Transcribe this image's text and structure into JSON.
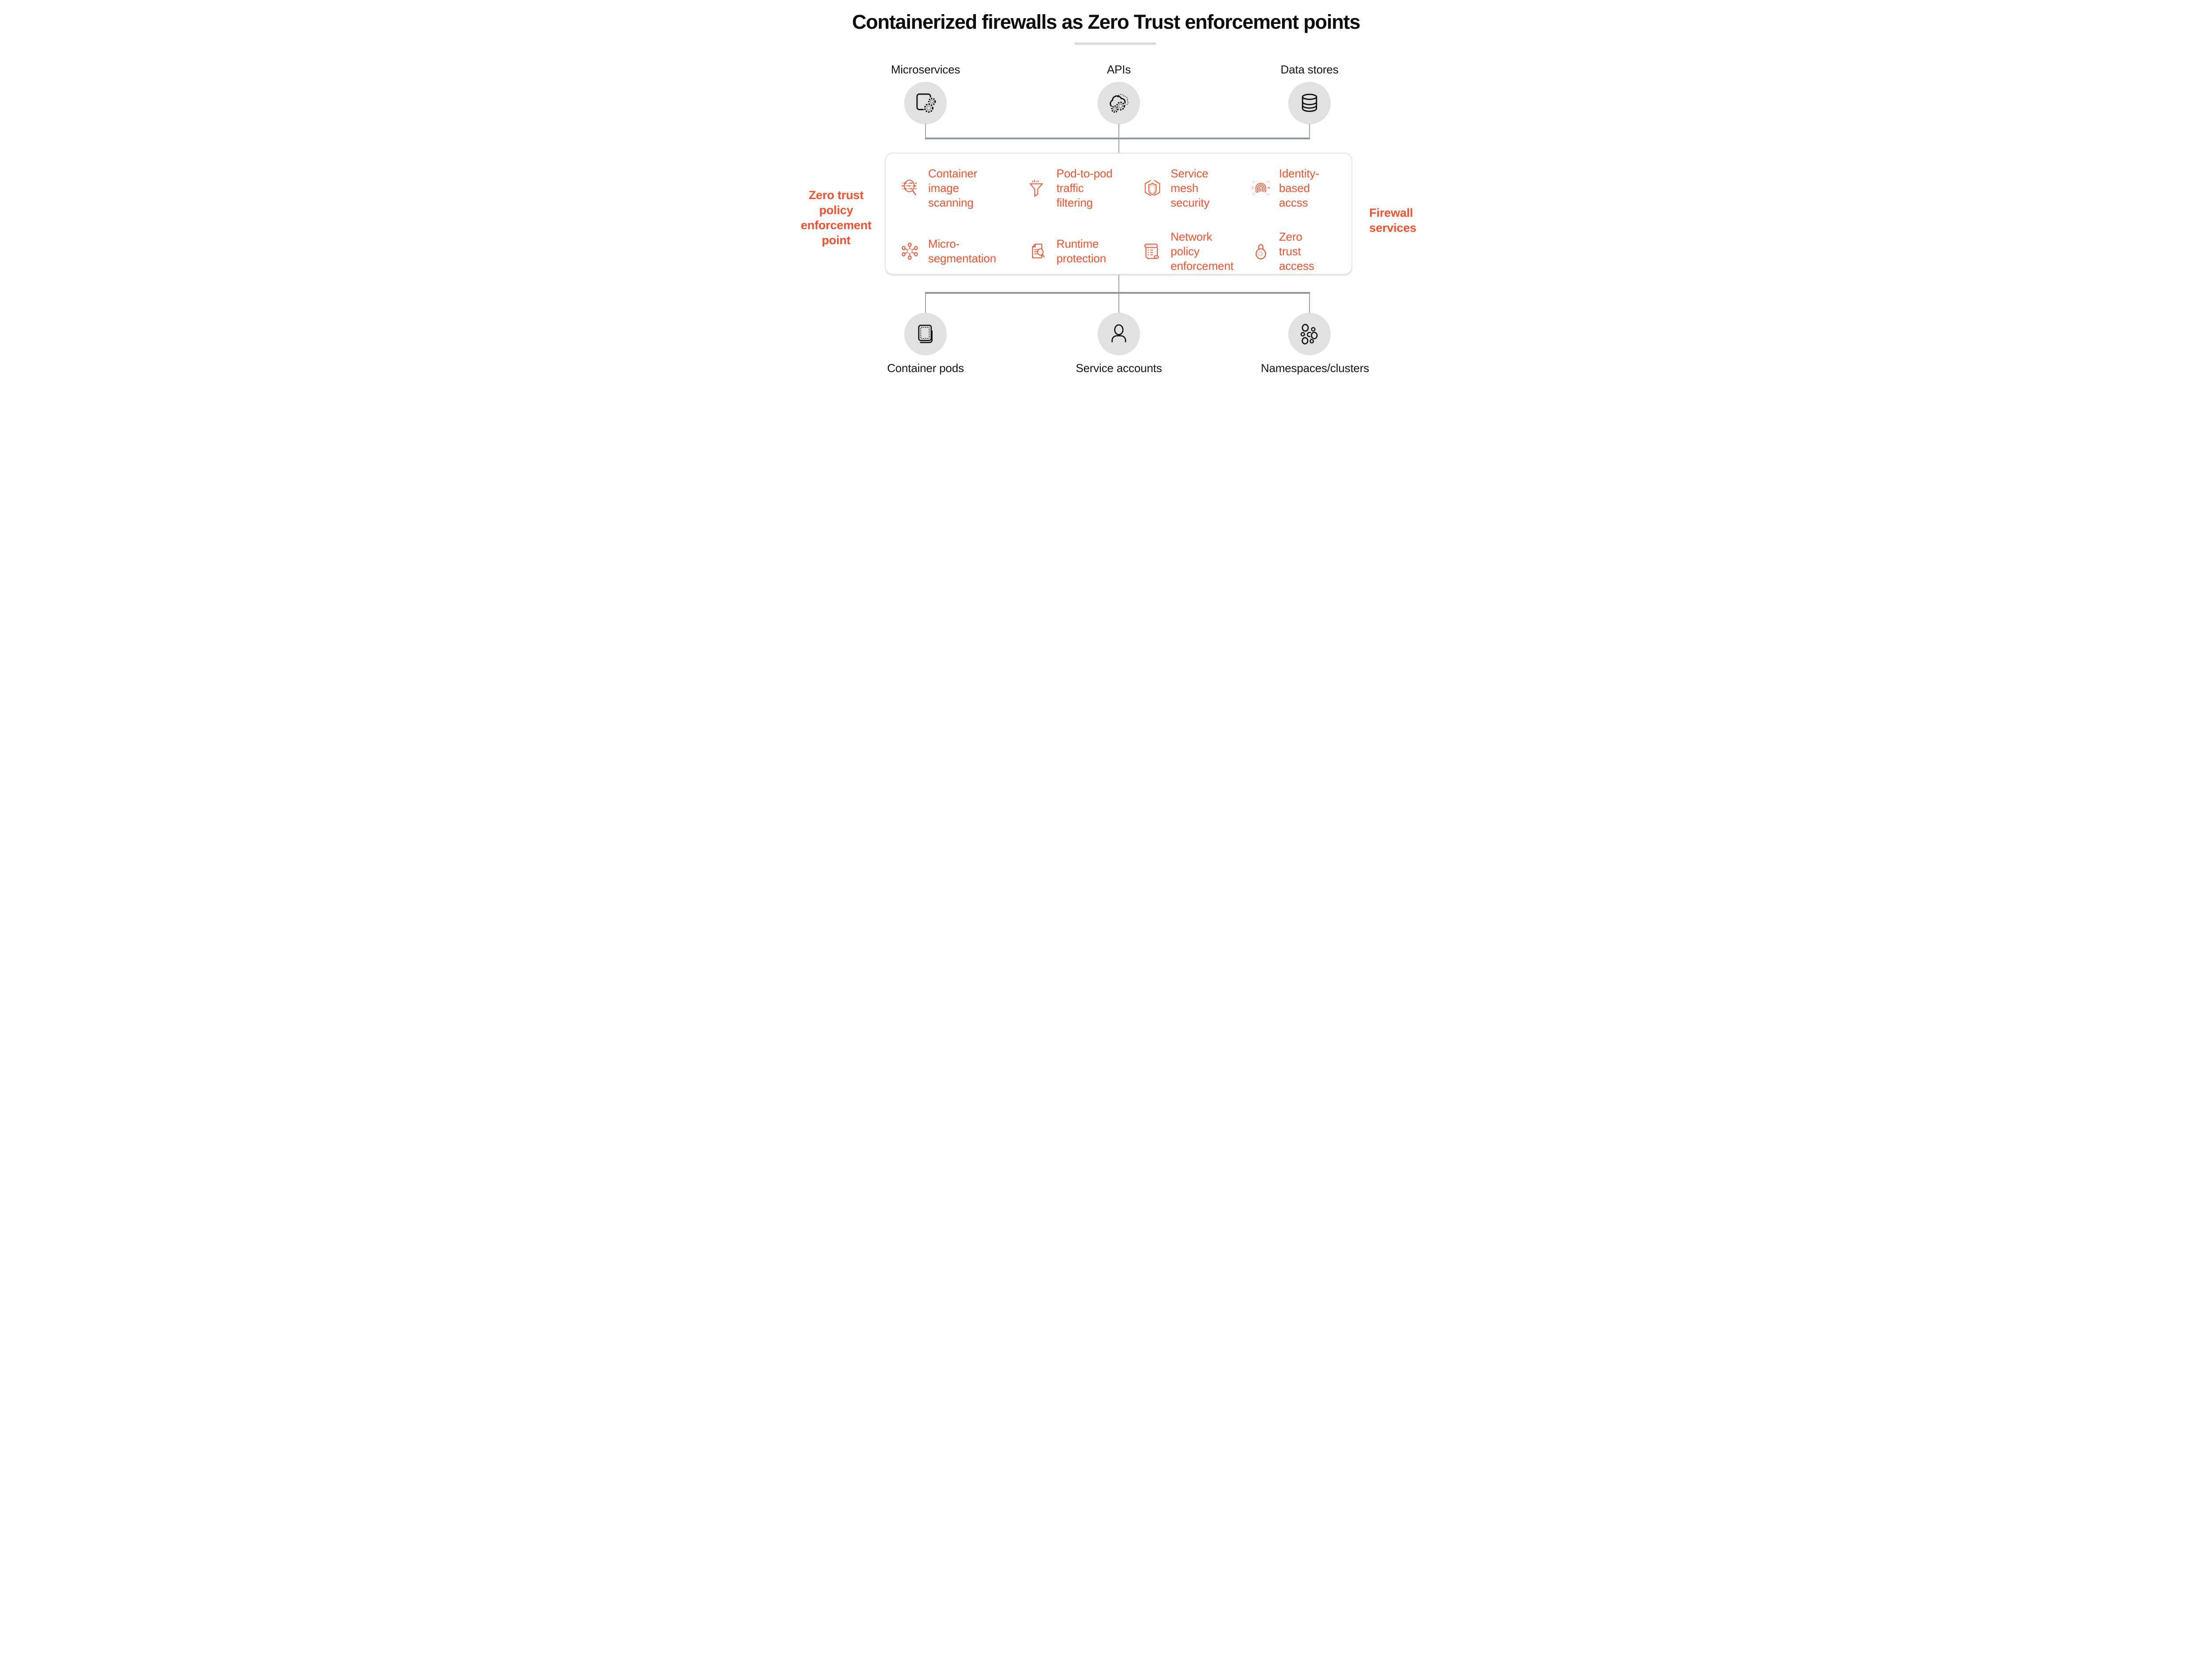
{
  "title": "Containerized firewalls as Zero Trust enforcement points",
  "colors": {
    "accent": "#f4512c",
    "node_circle": "#e1e1e1",
    "connector": "#9ba2ab",
    "connector_bar": "#8e96a1",
    "box_border": "#e4e2e0",
    "divider": "#dcdad8"
  },
  "top_nodes": [
    {
      "label": "Microservices",
      "icon": "microservices-icon"
    },
    {
      "label": "APIs",
      "icon": "api-cloud-icon"
    },
    {
      "label": "Data stores",
      "icon": "database-icon"
    }
  ],
  "policy_box": {
    "left_label": "Zero trust\npolicy\nenforcement\npoint",
    "right_label": "Firewall\nservices",
    "services": [
      {
        "label": "Container\nimage\nscanning",
        "icon": "scan-magnifier-icon"
      },
      {
        "label": "Pod-to-pod\ntraffic\nfiltering",
        "icon": "funnel-icon"
      },
      {
        "label": "Service\nmesh\nsecurity",
        "icon": "hexagon-shield-icon"
      },
      {
        "label": "Identity-\nbased\naccss",
        "icon": "fingerprint-icon"
      },
      {
        "label": "Micro-\nsegmentation",
        "icon": "segmentation-nodes-icon"
      },
      {
        "label": "Runtime\nprotection",
        "icon": "document-scan-icon"
      },
      {
        "label": "Network\npolicy\nenforcement",
        "icon": "policy-scroll-icon"
      },
      {
        "label": "Zero\ntrust\naccess",
        "icon": "padlock-icon"
      }
    ]
  },
  "bottom_nodes": [
    {
      "label": "Container pods",
      "icon": "container-pods-icon"
    },
    {
      "label": "Service accounts",
      "icon": "user-icon"
    },
    {
      "label": "Namespaces/clusters",
      "icon": "cluster-nodes-icon"
    }
  ]
}
